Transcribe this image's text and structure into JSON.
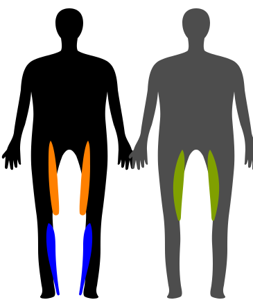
{
  "figures": [
    {
      "view": "front",
      "body_color": "#000000",
      "muscle_groups": [
        {
          "name": "thigh-muscle",
          "color": "#ff8000"
        },
        {
          "name": "calf-muscle",
          "color": "#0000ff"
        }
      ]
    },
    {
      "view": "back",
      "body_color": "#4d4d4d",
      "muscle_groups": [
        {
          "name": "thigh-muscle",
          "color": "#80a000"
        }
      ]
    }
  ]
}
